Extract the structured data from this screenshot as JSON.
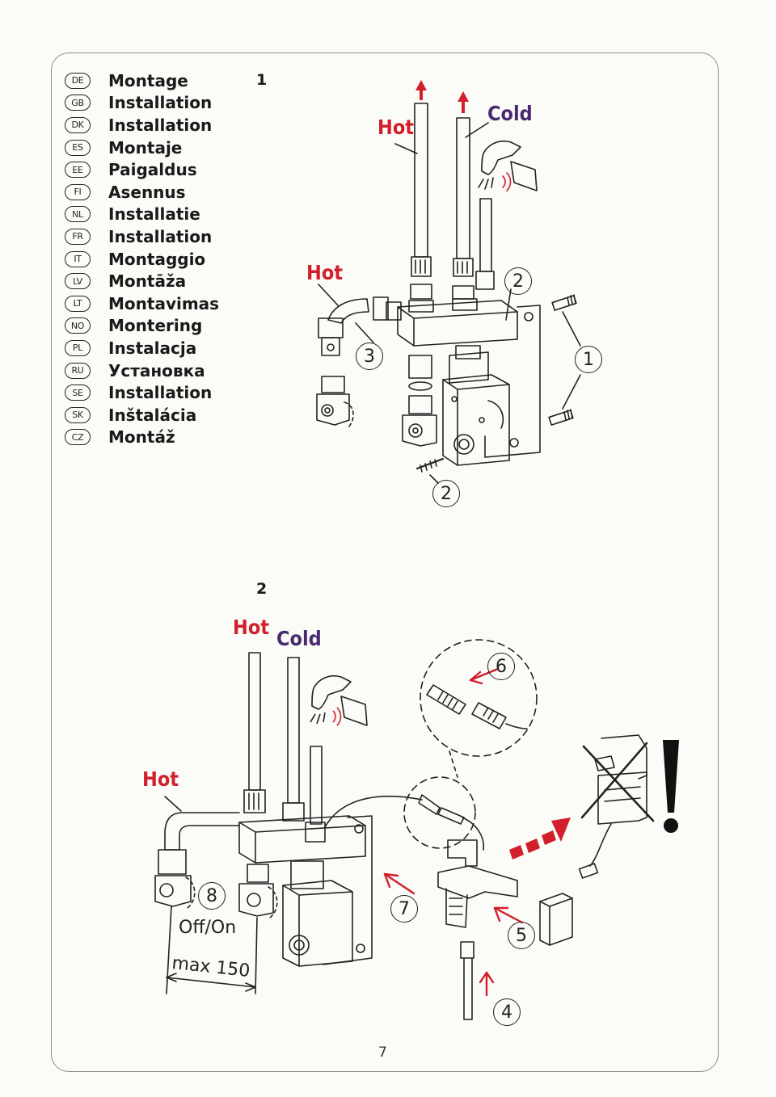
{
  "languages": [
    {
      "code": "DE",
      "word": "Montage"
    },
    {
      "code": "GB",
      "word": "Installation"
    },
    {
      "code": "DK",
      "word": "Installation"
    },
    {
      "code": "ES",
      "word": "Montaje"
    },
    {
      "code": "EE",
      "word": "Paigaldus"
    },
    {
      "code": "FI",
      "word": "Asennus"
    },
    {
      "code": "NL",
      "word": "Installatie"
    },
    {
      "code": "FR",
      "word": "Installation"
    },
    {
      "code": "IT",
      "word": "Montaggio"
    },
    {
      "code": "LV",
      "word": "Montāža"
    },
    {
      "code": "LT",
      "word": "Montavimas"
    },
    {
      "code": "NO",
      "word": "Montering"
    },
    {
      "code": "PL",
      "word": "Instalacja"
    },
    {
      "code": "RU",
      "word": "Установка"
    },
    {
      "code": "SE",
      "word": "Installation"
    },
    {
      "code": "SK",
      "word": "Inštalácia"
    },
    {
      "code": "CZ",
      "word": "Montáž"
    }
  ],
  "step1": {
    "number": "1",
    "hot_label": "Hot",
    "cold_label": "Cold",
    "side_hot_label": "Hot",
    "callouts": [
      "1",
      "2",
      "2",
      "3"
    ]
  },
  "step2": {
    "number": "2",
    "hot_label": "Hot",
    "cold_label": "Cold",
    "side_hot_label": "Hot",
    "callouts": [
      "4",
      "5",
      "6",
      "7",
      "8"
    ],
    "valve_text": "Off/On",
    "distance_text": "max 150"
  },
  "page_number": "7",
  "colors": {
    "hot": "#d21f2b",
    "cold": "#4a2a6e",
    "line": "#222222"
  },
  "icons": [
    "faucet-sensor-icon",
    "warning-exclamation-icon",
    "crossed-out-icon"
  ]
}
